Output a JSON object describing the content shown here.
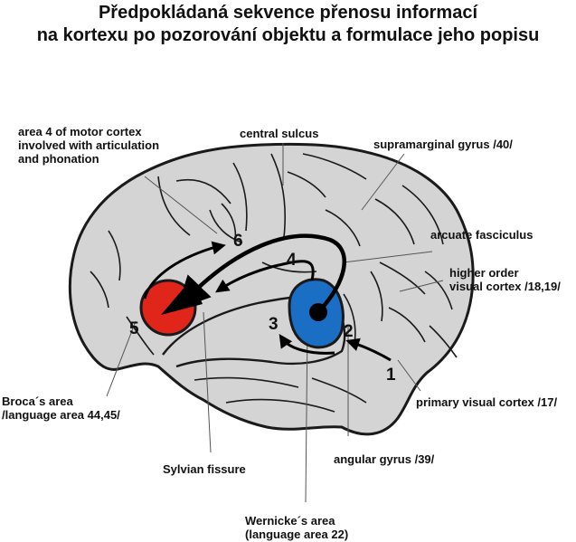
{
  "title": {
    "line1": "Předpokládaná sekvence přenosu informací",
    "line2": "na kortexu po pozorování objektu a formulace jeho popisu"
  },
  "labels": {
    "motor_area": [
      "area 4 of motor cortex",
      "involved with articulation",
      "and phonation"
    ],
    "central_sulcus": "central sulcus",
    "supramarginal": "supramarginal gyrus /40/",
    "arcuate": "arcuate fasciculus",
    "higher_visual": [
      "higher order",
      "visual cortex /18,19/"
    ],
    "primary_visual": "primary visual cortex /17/",
    "broca": [
      "Broca´s area",
      "/language area 44,45/"
    ],
    "sylvian": "Sylvian fissure",
    "angular": "angular gyrus /39/",
    "wernicke": [
      "Wernicke´s area",
      "(language area 22)"
    ]
  },
  "steps": [
    "1",
    "2",
    "3",
    "4",
    "5",
    "6"
  ],
  "colors": {
    "brain_fill": "#d4d4d4",
    "brain_outline": "#1a1a1a",
    "broca_area": "#e0261b",
    "wernicke_area": "#1a6fc4",
    "arrow": "#000000",
    "leader_line": "#555555"
  }
}
